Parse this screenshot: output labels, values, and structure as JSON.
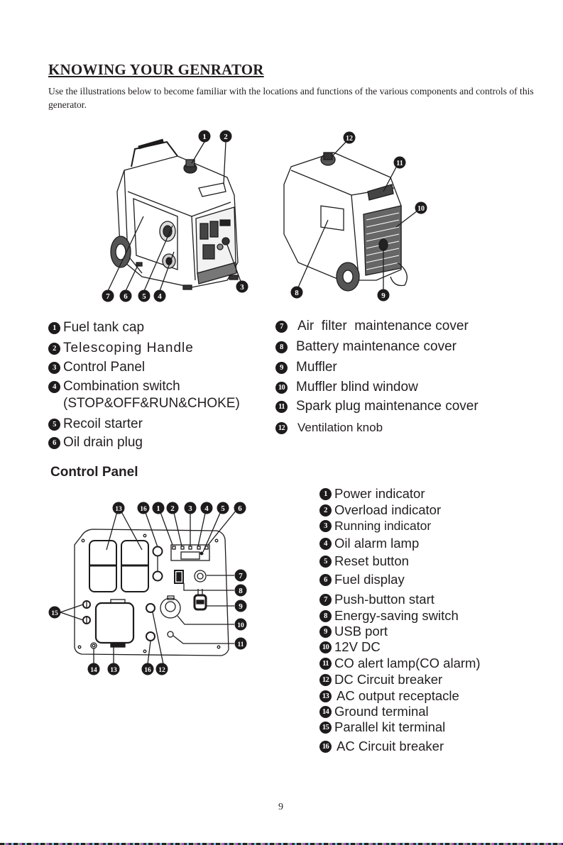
{
  "page": {
    "title": "KNOWING YOUR GENRATOR",
    "intro": "Use the illustrations below to become familiar with the locations and functions of the various components and controls of this generator.",
    "page_number": "9"
  },
  "generator_views": {
    "front_callouts": [
      "1",
      "2",
      "3",
      "4",
      "5",
      "6",
      "7"
    ],
    "rear_callouts": [
      "8",
      "9",
      "10",
      "11",
      "12"
    ]
  },
  "components_left": [
    {
      "num": "1",
      "label": "Fuel tank cap"
    },
    {
      "num": "2",
      "label": "Telescoping Handle"
    },
    {
      "num": "3",
      "label": "Control Panel"
    },
    {
      "num": "4",
      "label": "Combination switch",
      "sublabel": "(STOP&OFF&RUN&CHOKE)"
    },
    {
      "num": "5",
      "label": "Recoil starter"
    },
    {
      "num": "6",
      "label": "Oil drain plug"
    }
  ],
  "components_right": [
    {
      "num": "7",
      "label": "Air  filter  maintenance cover"
    },
    {
      "num": "8",
      "label": "Battery maintenance cover"
    },
    {
      "num": "9",
      "label": "Muffler"
    },
    {
      "num": "10",
      "label": "Muffler blind window"
    },
    {
      "num": "11",
      "label": "Spark plug maintenance cover"
    },
    {
      "num": "12",
      "label": "Ventilation knob"
    }
  ],
  "control_panel": {
    "heading": "Control Panel",
    "callouts_top": [
      "13",
      "16",
      "1",
      "2",
      "3",
      "4",
      "5",
      "6"
    ],
    "callouts_right": [
      "7",
      "8",
      "9",
      "10",
      "11"
    ],
    "callouts_left": [
      "15"
    ],
    "callouts_bottom": [
      "14",
      "13",
      "16",
      "12"
    ],
    "items": [
      {
        "num": "1",
        "label": "Power indicator"
      },
      {
        "num": "2",
        "label": "Overload indicator"
      },
      {
        "num": "3",
        "label": "Running indicator"
      },
      {
        "num": "4",
        "label": "Oil alarm lamp"
      },
      {
        "num": "5",
        "label": "Reset button"
      },
      {
        "num": "6",
        "label": "Fuel display"
      },
      {
        "num": "7",
        "label": "Push-button start"
      },
      {
        "num": "8",
        "label": "Energy-saving switch"
      },
      {
        "num": "9",
        "label": "USB port"
      },
      {
        "num": "10",
        "label": "12V DC"
      },
      {
        "num": "11",
        "label": "CO alert lamp(CO alarm)"
      },
      {
        "num": "12",
        "label": "DC Circuit breaker"
      },
      {
        "num": "13",
        "label": "AC output receptacle"
      },
      {
        "num": "14",
        "label": "Ground terminal"
      },
      {
        "num": "15",
        "label": "Parallel kit terminal"
      },
      {
        "num": "16",
        "label": "AC Circuit breaker"
      }
    ]
  }
}
